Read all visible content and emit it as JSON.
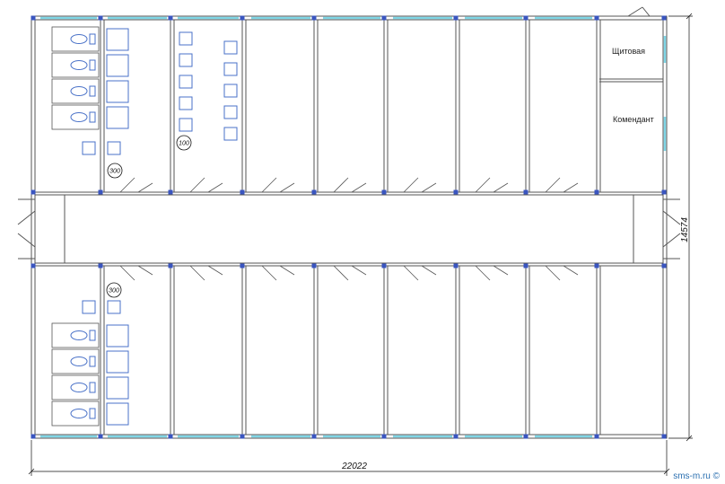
{
  "rooms": {
    "electrical": "Щитовая",
    "commandant": "Комендант"
  },
  "dimensions": {
    "width": "22022",
    "height": "14574"
  },
  "fixture_tags": {
    "upper_shower": "300",
    "sinks": "100",
    "lower_shower": "300"
  },
  "watermark": "sms-m.ru ©",
  "colors": {
    "wall": "#555555",
    "window": "#7fd6e6",
    "fixture": "#4a72c8",
    "column": "#3a55c0"
  }
}
